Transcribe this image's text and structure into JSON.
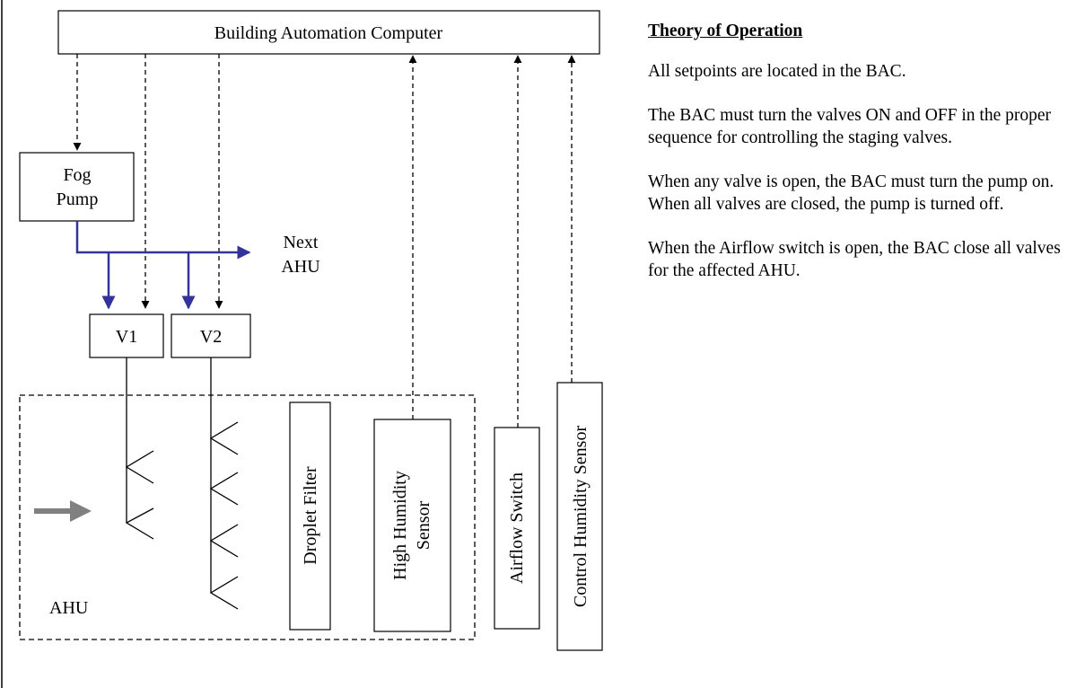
{
  "diagram": {
    "bac_label": "Building Automation Computer",
    "fog_pump_line1": "Fog",
    "fog_pump_line2": "Pump",
    "next_ahu_line1": "Next",
    "next_ahu_line2": "AHU",
    "v1_label": "V1",
    "v2_label": "V2",
    "ahu_label": "AHU",
    "droplet_filter_label": "Droplet Filter",
    "high_humidity_line1": "High Humidity",
    "high_humidity_line2": "Sensor",
    "airflow_switch_label": "Airflow Switch",
    "control_humidity_label": "Control Humidity Sensor",
    "colors": {
      "supply_line": "#333399",
      "airflow_arrow": "#808080",
      "signal_line": "#000000"
    }
  },
  "theory": {
    "heading": "Theory of Operation",
    "paragraphs": [
      "All setpoints are located in the BAC.",
      "The BAC must turn the valves ON and OFF in the proper sequence for controlling the staging valves.",
      "When any valve is open, the BAC must turn the pump on. When all valves are closed, the pump is turned off.",
      "When the Airflow switch is open, the BAC close all valves for the affected AHU."
    ]
  }
}
